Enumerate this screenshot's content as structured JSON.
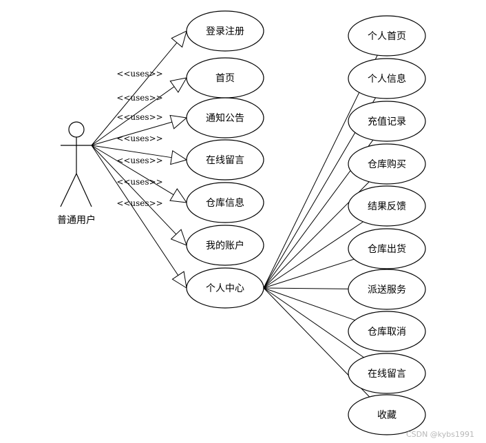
{
  "actor": {
    "label": "普通用户"
  },
  "stereotype": "<<uses>>",
  "left_use_cases": [
    {
      "label": "登录注册"
    },
    {
      "label": "首页"
    },
    {
      "label": "通知公告"
    },
    {
      "label": "在线留言"
    },
    {
      "label": "仓库信息"
    },
    {
      "label": "我的账户"
    },
    {
      "label": "个人中心"
    }
  ],
  "right_use_cases": [
    {
      "label": "个人首页"
    },
    {
      "label": "个人信息"
    },
    {
      "label": "充值记录"
    },
    {
      "label": "仓库购买"
    },
    {
      "label": "结果反馈"
    },
    {
      "label": "仓库出货"
    },
    {
      "label": "派送服务"
    },
    {
      "label": "仓库取消"
    },
    {
      "label": "在线留言"
    },
    {
      "label": "收藏"
    }
  ],
  "watermark": "CSDN @kybs1991"
}
